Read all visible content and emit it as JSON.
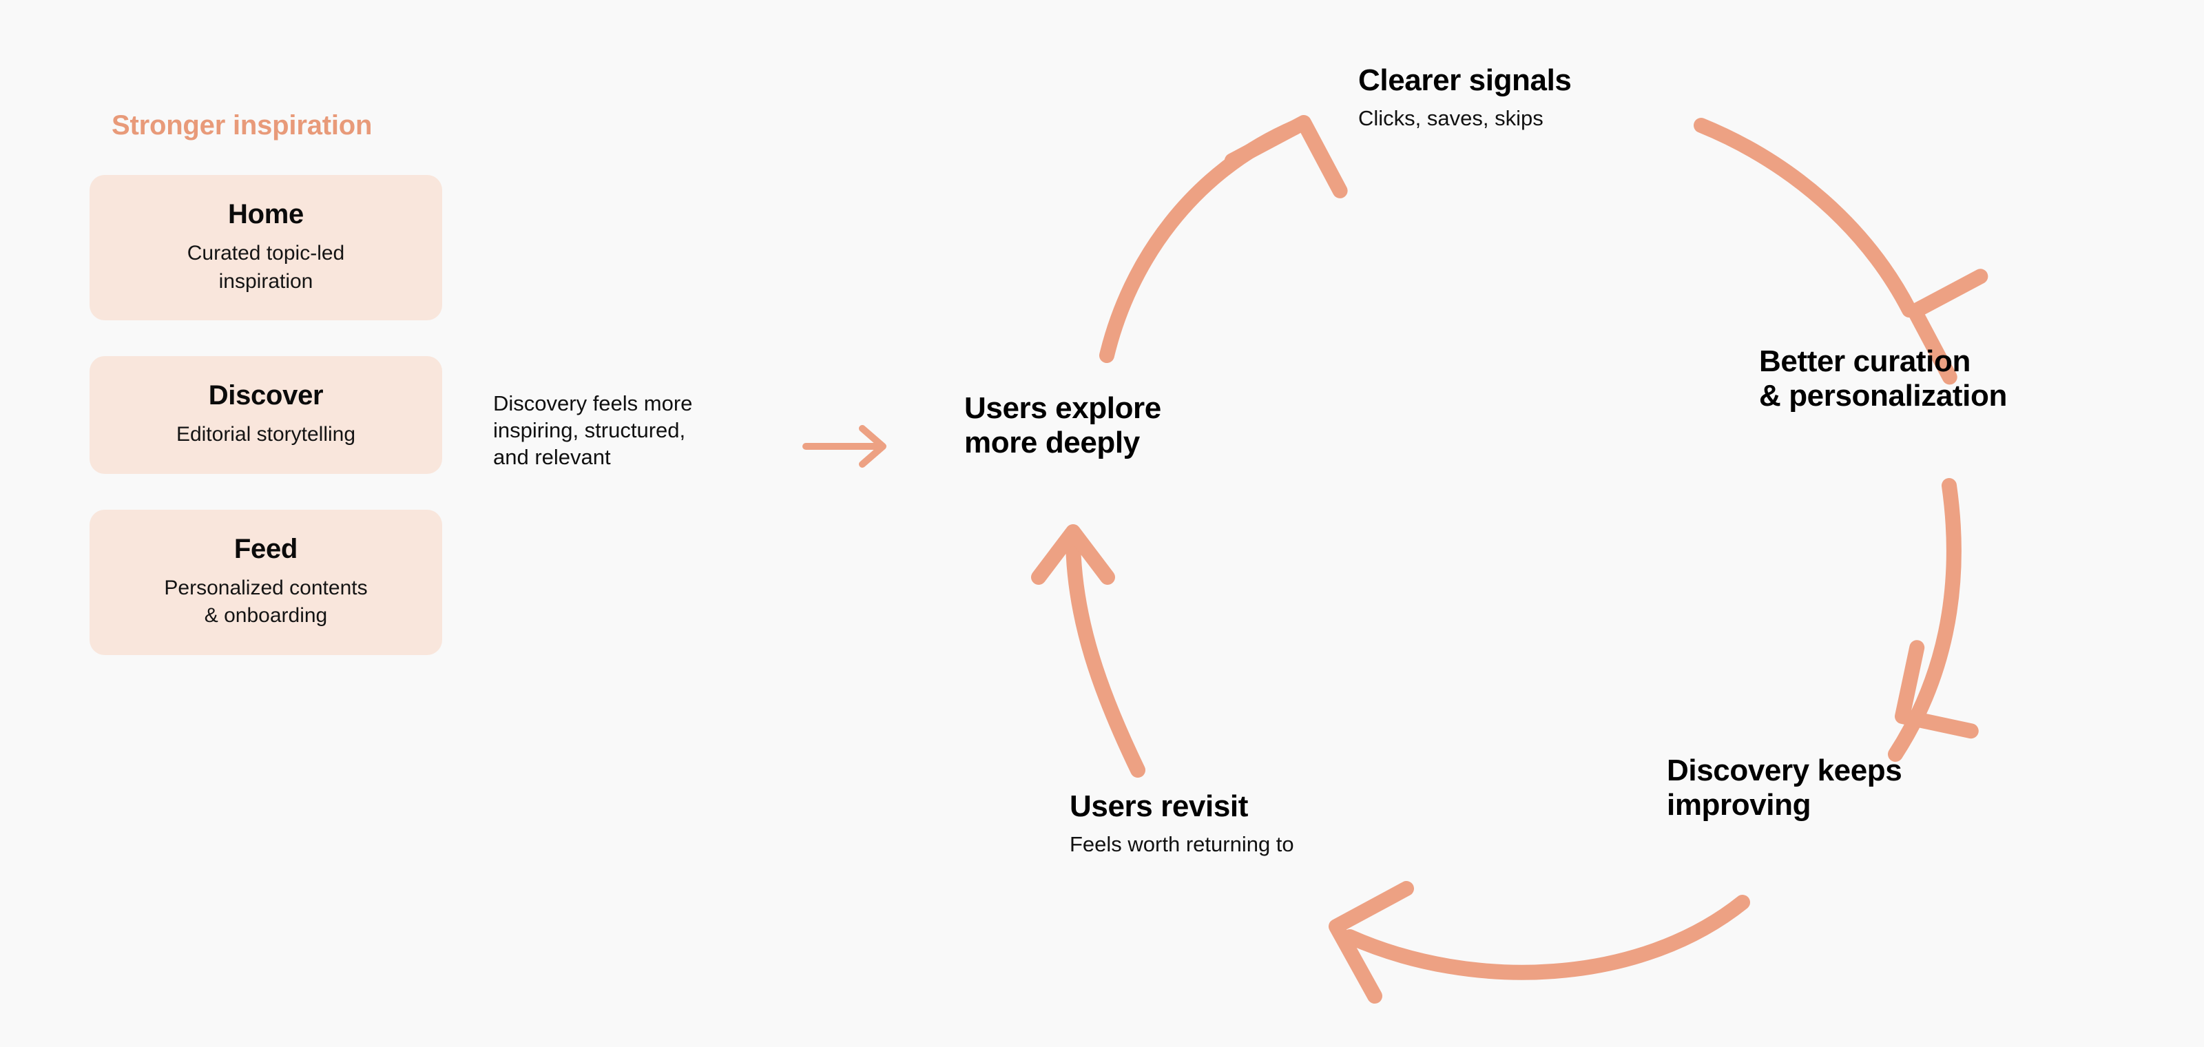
{
  "colors": {
    "background": "#f9f9f9",
    "accent": "#e89a79",
    "arrow": "#eda183",
    "card_background": "#f9e6dc",
    "text": "#000000"
  },
  "left_panel": {
    "heading": "Stronger inspiration",
    "cards": [
      {
        "title": "Home",
        "description": "Curated topic-led\ninspiration"
      },
      {
        "title": "Discover",
        "description": "Editorial storytelling"
      },
      {
        "title": "Feed",
        "description": "Personalized contents\n& onboarding"
      }
    ]
  },
  "connector": {
    "caption": "Discovery feels more\ninspiring, structured,\nand relevant",
    "arrow": "straight-right-arrow"
  },
  "cycle": {
    "nodes": [
      {
        "id": "users-explore",
        "title": "Users explore\nmore deeply",
        "subtitle": ""
      },
      {
        "id": "clearer-signals",
        "title": "Clearer signals",
        "subtitle": "Clicks, saves, skips"
      },
      {
        "id": "better-curation",
        "title": "Better curation\n& personalization",
        "subtitle": ""
      },
      {
        "id": "discovery-improving",
        "title": "Discovery keeps\nimproving",
        "subtitle": ""
      },
      {
        "id": "users-revisit",
        "title": "Users revisit",
        "subtitle": "Feels worth returning to"
      }
    ],
    "arrows": [
      {
        "from": "users-explore",
        "to": "clearer-signals",
        "name": "curved-arrow-up-right"
      },
      {
        "from": "clearer-signals",
        "to": "better-curation",
        "name": "curved-arrow-down-right"
      },
      {
        "from": "better-curation",
        "to": "discovery-improving",
        "name": "curved-arrow-down"
      },
      {
        "from": "discovery-improving",
        "to": "users-revisit",
        "name": "curved-arrow-left"
      },
      {
        "from": "users-revisit",
        "to": "users-explore",
        "name": "curved-arrow-up"
      }
    ]
  }
}
